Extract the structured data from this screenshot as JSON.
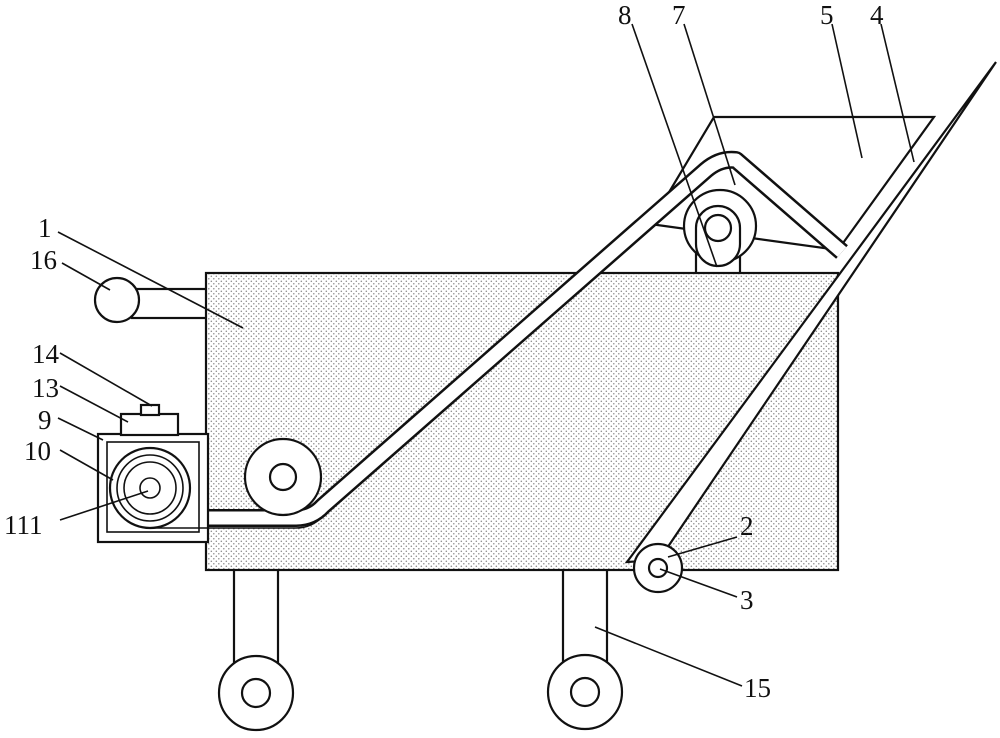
{
  "labels": {
    "l1": "1",
    "l2": "2",
    "l3": "3",
    "l4": "4",
    "l5": "5",
    "l7": "7",
    "l8": "8",
    "l9": "9",
    "l10": "10",
    "l111": "111",
    "l13": "13",
    "l14": "14",
    "l15": "15",
    "l16": "16"
  },
  "colors": {
    "line": "#111111",
    "body_fill": "#f3f3f3",
    "background": "#ffffff"
  }
}
